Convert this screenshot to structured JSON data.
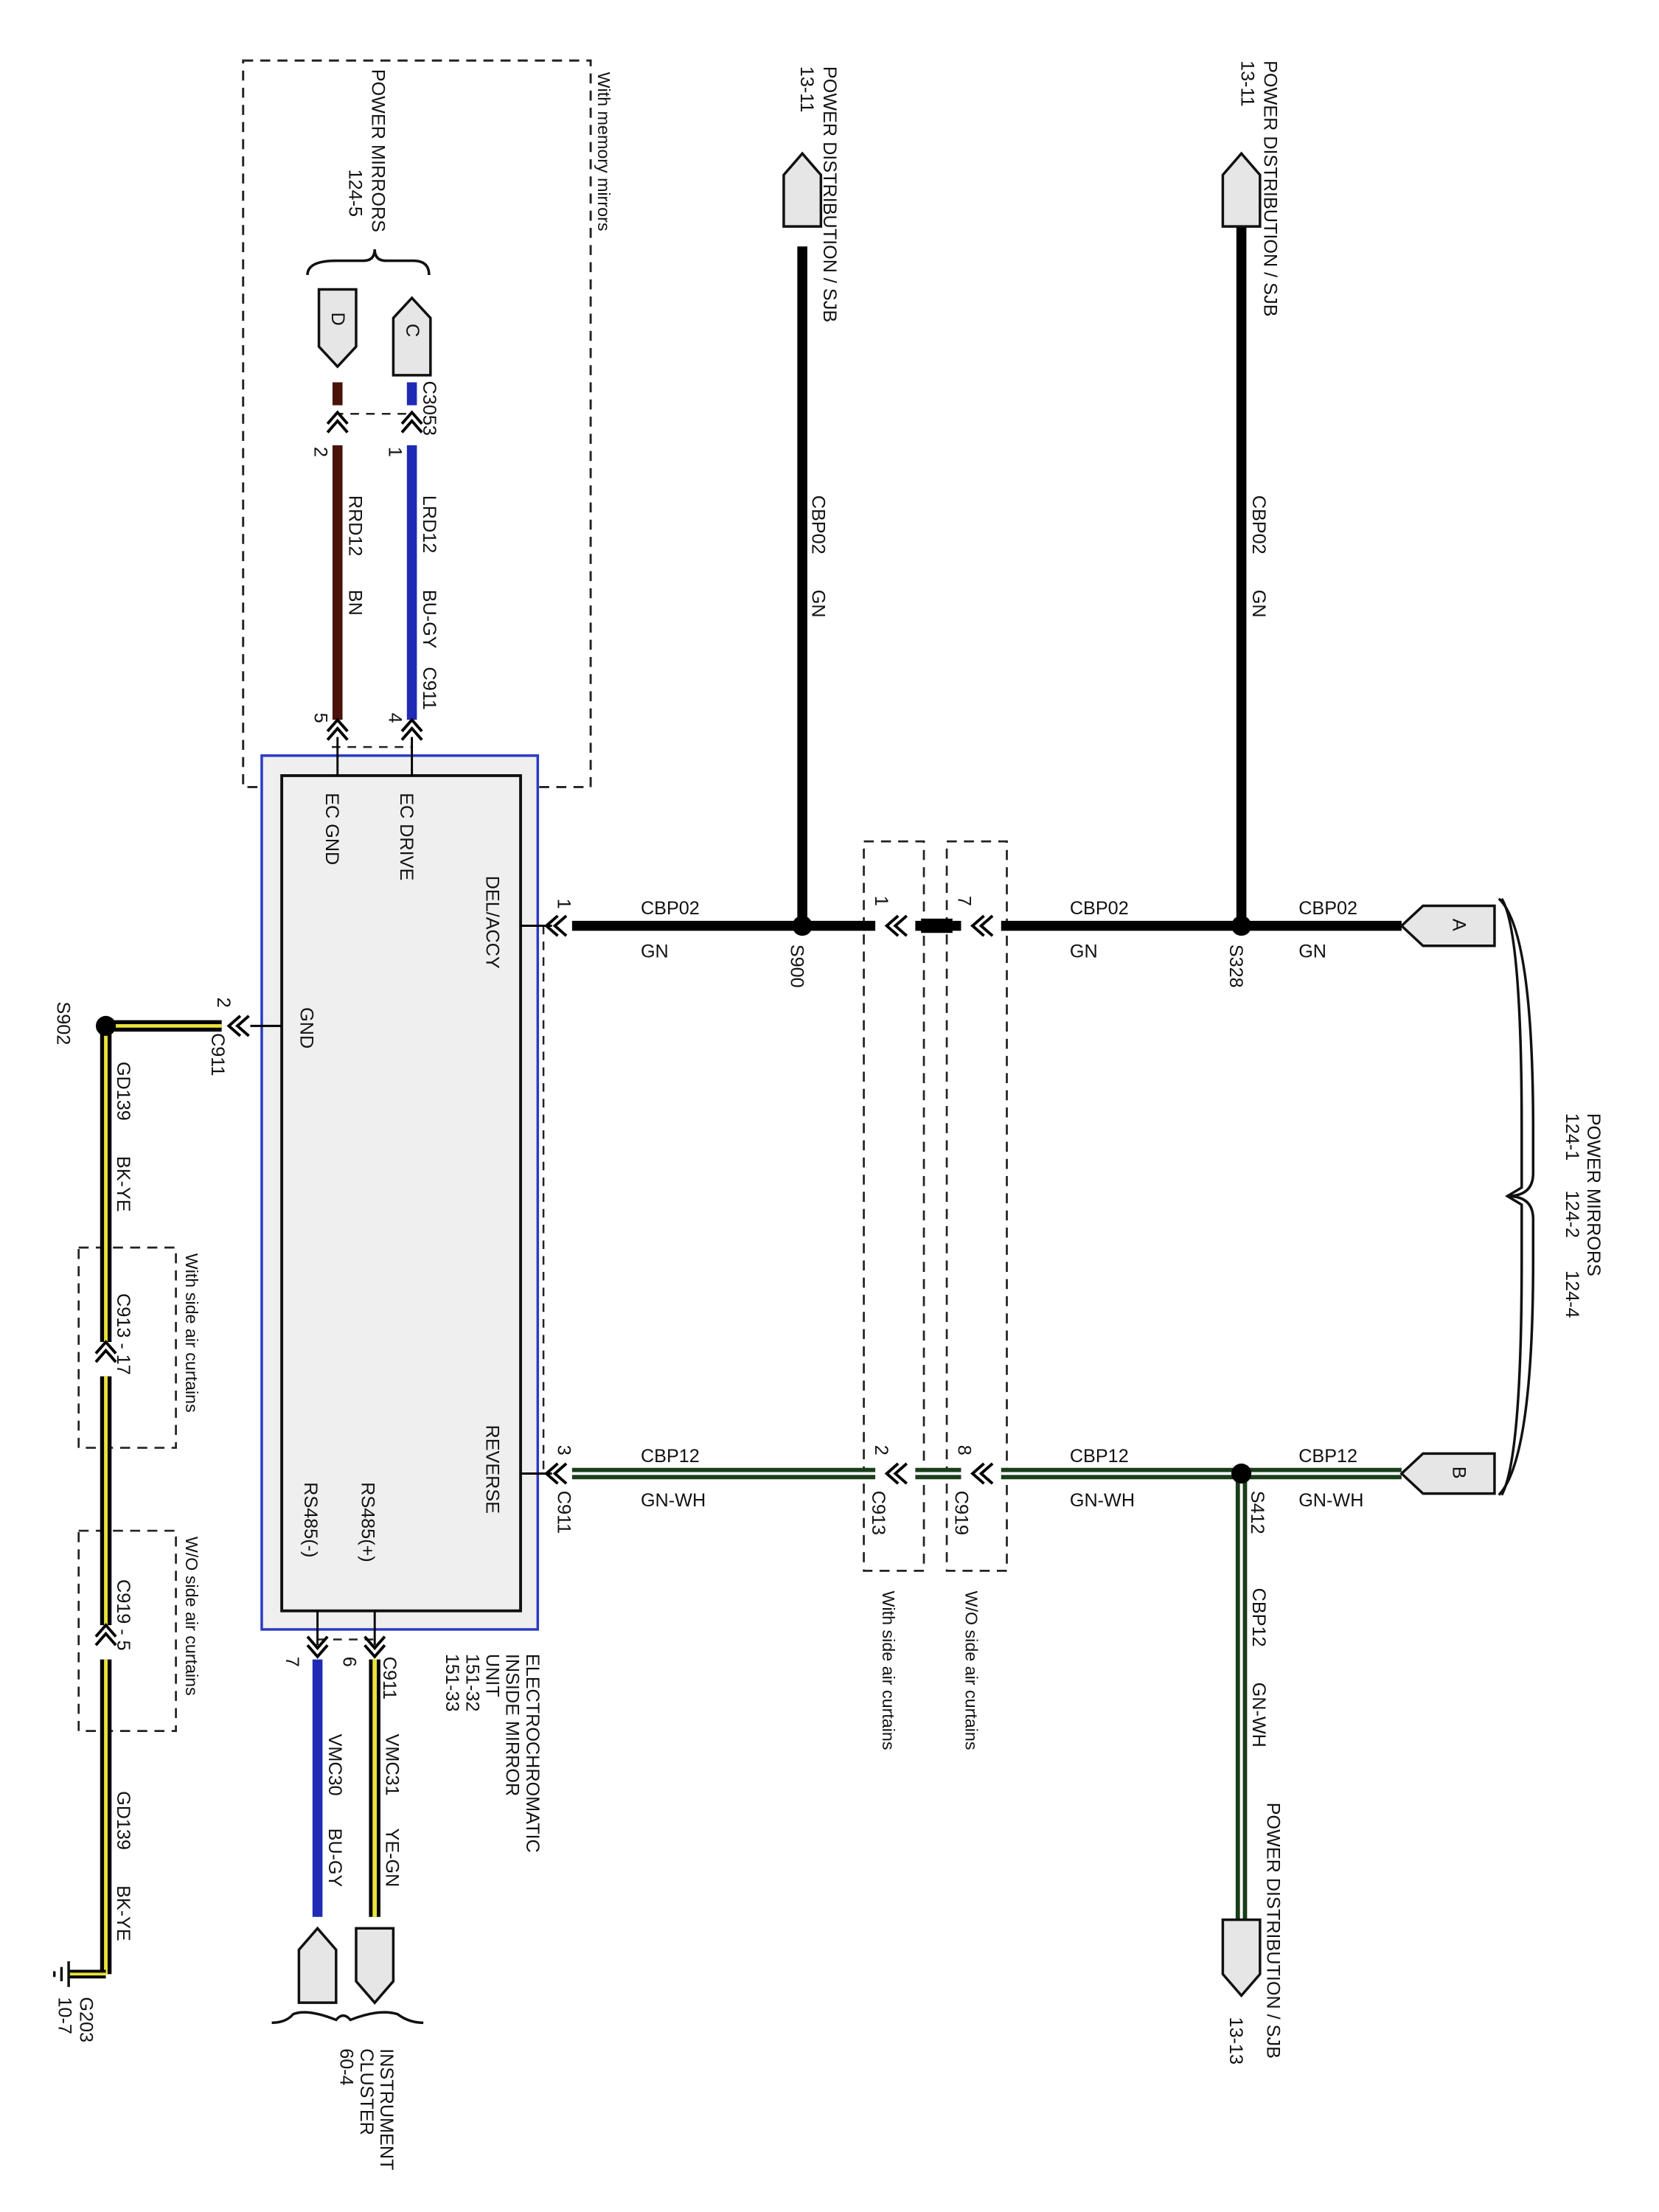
{
  "colors": {
    "black": "#000000",
    "blue": "#1f2bb5",
    "brown": "#4a1208",
    "green": "#2f6b2f",
    "yellow": "#e9e23c",
    "module_fill": "#efefef",
    "module_outline": "#2b3bc4",
    "connector_fill": "#e6e6e6"
  },
  "notes": {
    "memory": "With memory mirrors",
    "with_side": "With side air curtains",
    "wo_side": "W/O side air curtains"
  },
  "power_mirrors_top": {
    "title": "POWER MIRRORS",
    "ref": "124-5"
  },
  "power_mirrors_right": {
    "title": "POWER MIRRORS",
    "refs": [
      "124-1",
      "124-2",
      "124-4"
    ]
  },
  "power_dist": {
    "title": "POWER DISTRIBUTION / SJB",
    "ref_top_a": "13-11",
    "ref_top_b": "13-11",
    "ref_bottom": "13-13"
  },
  "module": {
    "title_lines": [
      "ELECTROCHROMATIC",
      "INSIDE MIRROR",
      "UNIT"
    ],
    "refs": [
      "151-32",
      "151-33"
    ],
    "pins": {
      "ec_drive": "EC DRIVE",
      "ec_gnd": "EC GND",
      "delay": "DEL/ACCY",
      "gnd": "GND",
      "reverse": "REVERSE",
      "rs485p": "RS485(+)",
      "rs485m": "RS485(-)"
    }
  },
  "instrument_cluster": {
    "lines": [
      "INSTRUMENT",
      "CLUSTER"
    ],
    "ref": "60-4"
  },
  "ground": {
    "name": "G203",
    "ref": "10-7"
  },
  "connectors": {
    "c3053": "C3053",
    "c911": "C911",
    "c913": "C913",
    "c919": "C919",
    "c913_17": "C913 - 17",
    "c919_5": "C919 - 5",
    "ptr_a": "A",
    "ptr_b": "B",
    "ptr_c": "C",
    "ptr_d": "D"
  },
  "splices": {
    "s328": "S328",
    "s900": "S900",
    "s412": "S412",
    "s902": "S902"
  },
  "pins": {
    "p1": "1",
    "p2": "2",
    "p3": "3",
    "p4": "4",
    "p5": "5",
    "p6": "6",
    "p7": "7",
    "p8": "8"
  },
  "wires": {
    "lrd12": {
      "circuit": "LRD12",
      "color": "BU-GY"
    },
    "rrd12": {
      "circuit": "RRD12",
      "color": "BN"
    },
    "cbp02": {
      "circuit": "CBP02",
      "color": "GN"
    },
    "cbp12": {
      "circuit": "CBP12",
      "color": "GN-WH"
    },
    "gd139": {
      "circuit": "GD139",
      "color": "BK-YE"
    },
    "vmc31": {
      "circuit": "VMC31",
      "color": "YE-GN"
    },
    "vmc30": {
      "circuit": "VMC30",
      "color": "BU-GY"
    }
  }
}
